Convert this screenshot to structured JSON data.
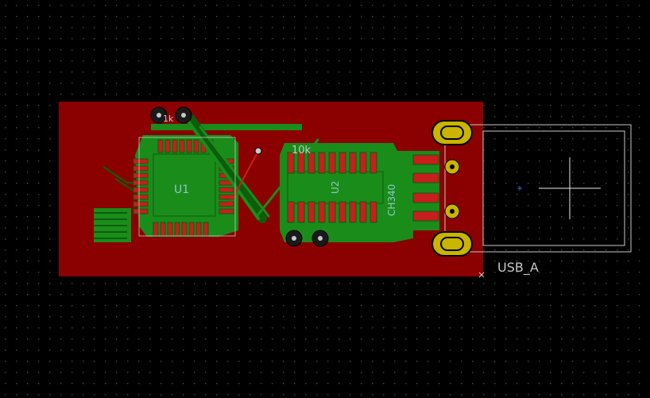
{
  "colors": {
    "background": "#000000",
    "grid_dot": "#4a4a4a",
    "board_fill": "#8b0000",
    "copper_top": "#1a8c1a",
    "copper_dark": "#0b5e0b",
    "pad_gold": "#c9b400",
    "outline": "#c8c8c8",
    "silkscreen_text": "#8cc8c8"
  },
  "labels": {
    "u1": "U1",
    "u2": "U2",
    "ch340": "CH340",
    "r_10k": "10k",
    "r_1k": "1k",
    "connector": "USB_A"
  },
  "icons": {
    "crosshair": "crosshair-icon",
    "cursor_origin": "origin-marker-icon"
  }
}
